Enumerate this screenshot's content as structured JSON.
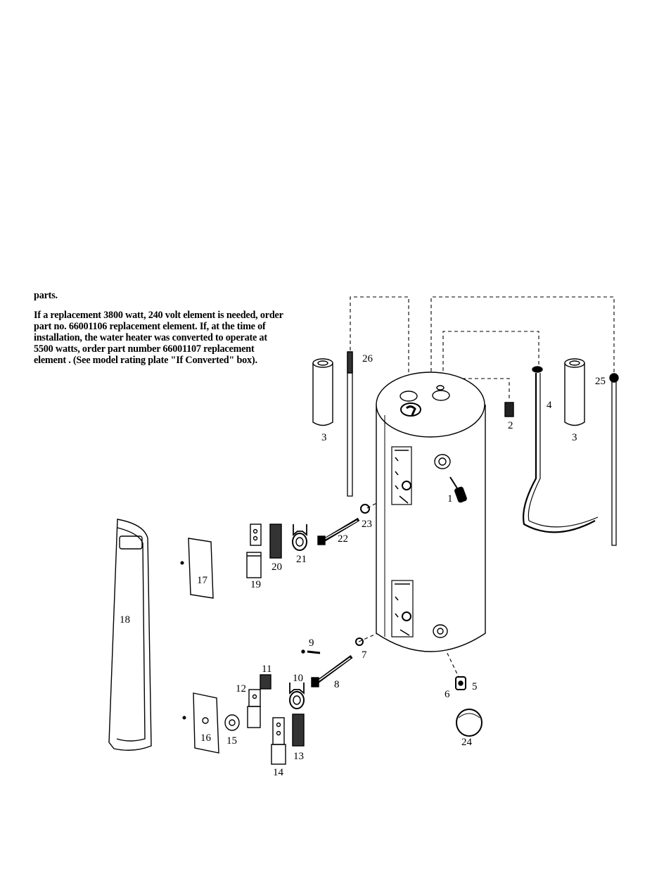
{
  "intro": {
    "line1": "parts.",
    "line2": "If a replacement 3800 watt, 240 volt element is needed, order part no. 66001106 replacement element. If, at the time of installation, the water heater was converted to operate at 5500 watts, order part number 66001107 replacement element . (See model rating plate \"If Converted\" box)."
  },
  "labels": {
    "p1": "1",
    "p2": "2",
    "p3a": "3",
    "p3b": "3",
    "p4": "4",
    "p5": "5",
    "p6": "6",
    "p7": "7",
    "p8": "8",
    "p9": "9",
    "p10": "10",
    "p11": "11",
    "p12": "12",
    "p13": "13",
    "p14": "14",
    "p15": "15",
    "p16": "16",
    "p17": "17",
    "p18": "18",
    "p19": "19",
    "p20": "20",
    "p21": "21",
    "p22": "22",
    "p23": "23",
    "p24": "24",
    "p25": "25",
    "p26": "26"
  }
}
